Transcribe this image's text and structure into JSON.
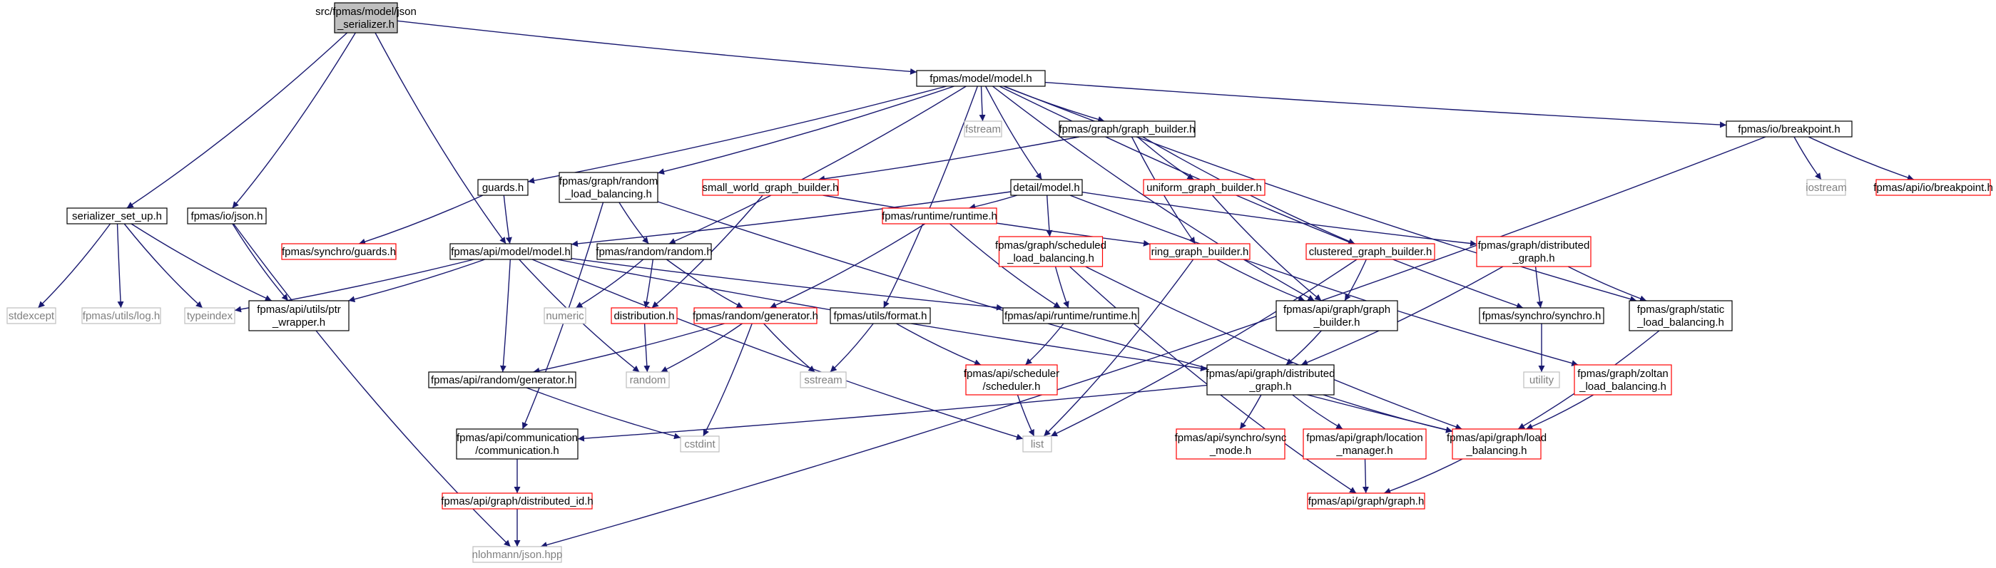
{
  "colors": {
    "edge": "#191970",
    "documented_border": "#000000",
    "undocumented_border": "#ff0000",
    "external_border": "#bfbfbf",
    "external_text": "#808080",
    "root_fill": "#bfbfbf"
  },
  "legend": {
    "kinds": [
      "root",
      "documented",
      "undocumented",
      "external"
    ]
  },
  "nodes": [
    {
      "id": "root",
      "lines": [
        "src/fpmas/model/json",
        "_serializer.h"
      ],
      "kind": "root"
    },
    {
      "id": "model",
      "lines": [
        "fpmas/model/model.h"
      ],
      "kind": "normal"
    },
    {
      "id": "fstream",
      "lines": [
        "fstream"
      ],
      "kind": "gray"
    },
    {
      "id": "graph_builder",
      "lines": [
        "fpmas/graph/graph_builder.h"
      ],
      "kind": "normal"
    },
    {
      "id": "io_breakpoint",
      "lines": [
        "fpmas/io/breakpoint.h"
      ],
      "kind": "normal"
    },
    {
      "id": "iostream",
      "lines": [
        "iostream"
      ],
      "kind": "gray"
    },
    {
      "id": "api_io_breakpoint",
      "lines": [
        "fpmas/api/io/breakpoint.h"
      ],
      "kind": "red"
    },
    {
      "id": "guards",
      "lines": [
        "guards.h"
      ],
      "kind": "normal"
    },
    {
      "id": "graph_random_lb",
      "lines": [
        "fpmas/graph/random",
        "_load_balancing.h"
      ],
      "kind": "normal"
    },
    {
      "id": "small_world",
      "lines": [
        "small_world_graph_builder.h"
      ],
      "kind": "red"
    },
    {
      "id": "detail_model",
      "lines": [
        "detail/model.h"
      ],
      "kind": "normal"
    },
    {
      "id": "uniform",
      "lines": [
        "uniform_graph_builder.h"
      ],
      "kind": "red"
    },
    {
      "id": "serializer_set_up",
      "lines": [
        "serializer_set_up.h"
      ],
      "kind": "normal"
    },
    {
      "id": "io_json",
      "lines": [
        "fpmas/io/json.h"
      ],
      "kind": "normal"
    },
    {
      "id": "synchro_guards",
      "lines": [
        "fpmas/synchro/guards.h"
      ],
      "kind": "red"
    },
    {
      "id": "api_model",
      "lines": [
        "fpmas/api/model/model.h"
      ],
      "kind": "normal"
    },
    {
      "id": "random_random",
      "lines": [
        "fpmas/random/random.h"
      ],
      "kind": "normal"
    },
    {
      "id": "runtime_runtime",
      "lines": [
        "fpmas/runtime/runtime.h"
      ],
      "kind": "red"
    },
    {
      "id": "scheduled_lb",
      "lines": [
        "fpmas/graph/scheduled",
        "_load_balancing.h"
      ],
      "kind": "red"
    },
    {
      "id": "ring",
      "lines": [
        "ring_graph_builder.h"
      ],
      "kind": "red"
    },
    {
      "id": "clustered",
      "lines": [
        "clustered_graph_builder.h"
      ],
      "kind": "red"
    },
    {
      "id": "graph_distributed",
      "lines": [
        "fpmas/graph/distributed",
        "_graph.h"
      ],
      "kind": "red"
    },
    {
      "id": "stdexcept",
      "lines": [
        "stdexcept"
      ],
      "kind": "gray"
    },
    {
      "id": "utils_log",
      "lines": [
        "fpmas/utils/log.h"
      ],
      "kind": "gray"
    },
    {
      "id": "typeindex",
      "lines": [
        "typeindex"
      ],
      "kind": "gray"
    },
    {
      "id": "ptr_wrapper",
      "lines": [
        "fpmas/api/utils/ptr",
        "_wrapper.h"
      ],
      "kind": "normal"
    },
    {
      "id": "numeric",
      "lines": [
        "numeric"
      ],
      "kind": "gray"
    },
    {
      "id": "distribution",
      "lines": [
        "distribution.h"
      ],
      "kind": "red"
    },
    {
      "id": "random_generator",
      "lines": [
        "fpmas/random/generator.h"
      ],
      "kind": "red"
    },
    {
      "id": "api_runtime",
      "lines": [
        "fpmas/api/runtime/runtime.h"
      ],
      "kind": "normal"
    },
    {
      "id": "utils_format",
      "lines": [
        "fpmas/utils/format.h"
      ],
      "kind": "normal"
    },
    {
      "id": "api_graph_builder",
      "lines": [
        "fpmas/api/graph/graph",
        "_builder.h"
      ],
      "kind": "normal"
    },
    {
      "id": "synchro",
      "lines": [
        "fpmas/synchro/synchro.h"
      ],
      "kind": "normal"
    },
    {
      "id": "static_lb",
      "lines": [
        "fpmas/graph/static",
        "_load_balancing.h"
      ],
      "kind": "normal"
    },
    {
      "id": "random",
      "lines": [
        "random"
      ],
      "kind": "gray"
    },
    {
      "id": "sstream",
      "lines": [
        "sstream"
      ],
      "kind": "gray"
    },
    {
      "id": "api_random_generator",
      "lines": [
        "fpmas/api/random/generator.h"
      ],
      "kind": "normal"
    },
    {
      "id": "api_scheduler",
      "lines": [
        "fpmas/api/scheduler",
        "/scheduler.h"
      ],
      "kind": "red"
    },
    {
      "id": "api_distributed_graph",
      "lines": [
        "fpmas/api/graph/distributed",
        "_graph.h"
      ],
      "kind": "normal"
    },
    {
      "id": "utility",
      "lines": [
        "utility"
      ],
      "kind": "gray"
    },
    {
      "id": "zoltan_lb",
      "lines": [
        "fpmas/graph/zoltan",
        "_load_balancing.h"
      ],
      "kind": "red"
    },
    {
      "id": "communication",
      "lines": [
        "fpmas/api/communication",
        "/communication.h"
      ],
      "kind": "normal"
    },
    {
      "id": "cstdint",
      "lines": [
        "cstdint"
      ],
      "kind": "gray"
    },
    {
      "id": "list",
      "lines": [
        "list"
      ],
      "kind": "gray"
    },
    {
      "id": "sync_mode",
      "lines": [
        "fpmas/api/synchro/sync",
        "_mode.h"
      ],
      "kind": "red"
    },
    {
      "id": "location_manager",
      "lines": [
        "fpmas/api/graph/location",
        "_manager.h"
      ],
      "kind": "red"
    },
    {
      "id": "api_load_balancing",
      "lines": [
        "fpmas/api/graph/load",
        "_balancing.h"
      ],
      "kind": "red"
    },
    {
      "id": "distributed_id",
      "lines": [
        "fpmas/api/graph/distributed_id.h"
      ],
      "kind": "red"
    },
    {
      "id": "api_graph",
      "lines": [
        "fpmas/api/graph/graph.h"
      ],
      "kind": "red"
    },
    {
      "id": "nlohmann_json",
      "lines": [
        "nlohmann/json.hpp"
      ],
      "kind": "gray"
    }
  ],
  "edges": [
    [
      "root",
      "model"
    ],
    [
      "root",
      "serializer_set_up"
    ],
    [
      "root",
      "io_json"
    ],
    [
      "root",
      "api_model"
    ],
    [
      "model",
      "fstream"
    ],
    [
      "model",
      "graph_builder"
    ],
    [
      "model",
      "io_breakpoint"
    ],
    [
      "model",
      "guards"
    ],
    [
      "model",
      "graph_random_lb"
    ],
    [
      "model",
      "detail_model"
    ],
    [
      "model",
      "random_random"
    ],
    [
      "model",
      "api_graph_builder"
    ],
    [
      "model",
      "synchro"
    ],
    [
      "model",
      "static_lb"
    ],
    [
      "model",
      "utils_format"
    ],
    [
      "io_breakpoint",
      "iostream"
    ],
    [
      "io_breakpoint",
      "api_io_breakpoint"
    ],
    [
      "io_breakpoint",
      "nlohmann_json"
    ],
    [
      "graph_builder",
      "small_world"
    ],
    [
      "graph_builder",
      "uniform"
    ],
    [
      "graph_builder",
      "ring"
    ],
    [
      "graph_builder",
      "clustered"
    ],
    [
      "guards",
      "synchro_guards"
    ],
    [
      "guards",
      "api_model"
    ],
    [
      "graph_random_lb",
      "random_random"
    ],
    [
      "graph_random_lb",
      "communication"
    ],
    [
      "graph_random_lb",
      "api_load_balancing"
    ],
    [
      "small_world",
      "ring"
    ],
    [
      "small_world",
      "distribution"
    ],
    [
      "detail_model",
      "api_model"
    ],
    [
      "detail_model",
      "runtime_runtime"
    ],
    [
      "detail_model",
      "scheduled_lb"
    ],
    [
      "detail_model",
      "graph_distributed"
    ],
    [
      "detail_model",
      "zoltan_lb"
    ],
    [
      "uniform",
      "api_graph_builder"
    ],
    [
      "serializer_set_up",
      "stdexcept"
    ],
    [
      "serializer_set_up",
      "utils_log"
    ],
    [
      "serializer_set_up",
      "typeindex"
    ],
    [
      "serializer_set_up",
      "ptr_wrapper"
    ],
    [
      "io_json",
      "ptr_wrapper"
    ],
    [
      "io_json",
      "nlohmann_json"
    ],
    [
      "api_model",
      "typeindex"
    ],
    [
      "api_model",
      "ptr_wrapper"
    ],
    [
      "api_model",
      "api_runtime"
    ],
    [
      "api_model",
      "api_random_generator"
    ],
    [
      "api_model",
      "random"
    ],
    [
      "api_model",
      "api_distributed_graph"
    ],
    [
      "api_model",
      "list"
    ],
    [
      "random_random",
      "numeric"
    ],
    [
      "random_random",
      "distribution"
    ],
    [
      "random_random",
      "random_generator"
    ],
    [
      "runtime_runtime",
      "random_generator"
    ],
    [
      "runtime_runtime",
      "api_runtime"
    ],
    [
      "scheduled_lb",
      "api_runtime"
    ],
    [
      "scheduled_lb",
      "api_load_balancing"
    ],
    [
      "scheduled_lb",
      "api_graph"
    ],
    [
      "ring",
      "api_graph_builder"
    ],
    [
      "ring",
      "list"
    ],
    [
      "clustered",
      "api_graph_builder"
    ],
    [
      "clustered",
      "list"
    ],
    [
      "graph_distributed",
      "synchro"
    ],
    [
      "graph_distributed",
      "static_lb"
    ],
    [
      "graph_distributed",
      "api_distributed_graph"
    ],
    [
      "distribution",
      "random"
    ],
    [
      "random_generator",
      "api_random_generator"
    ],
    [
      "random_generator",
      "random"
    ],
    [
      "random_generator",
      "sstream"
    ],
    [
      "random_generator",
      "cstdint"
    ],
    [
      "api_runtime",
      "api_scheduler"
    ],
    [
      "utils_format",
      "sstream"
    ],
    [
      "utils_format",
      "api_scheduler"
    ],
    [
      "api_graph_builder",
      "api_distributed_graph"
    ],
    [
      "synchro",
      "utility"
    ],
    [
      "static_lb",
      "api_load_balancing"
    ],
    [
      "api_random_generator",
      "cstdint"
    ],
    [
      "api_scheduler",
      "list"
    ],
    [
      "api_distributed_graph",
      "communication"
    ],
    [
      "api_distributed_graph",
      "sync_mode"
    ],
    [
      "api_distributed_graph",
      "location_manager"
    ],
    [
      "api_distributed_graph",
      "api_load_balancing"
    ],
    [
      "zoltan_lb",
      "api_load_balancing"
    ],
    [
      "communication",
      "distributed_id"
    ],
    [
      "location_manager",
      "api_graph"
    ],
    [
      "api_load_balancing",
      "api_graph"
    ],
    [
      "distributed_id",
      "nlohmann_json"
    ]
  ]
}
